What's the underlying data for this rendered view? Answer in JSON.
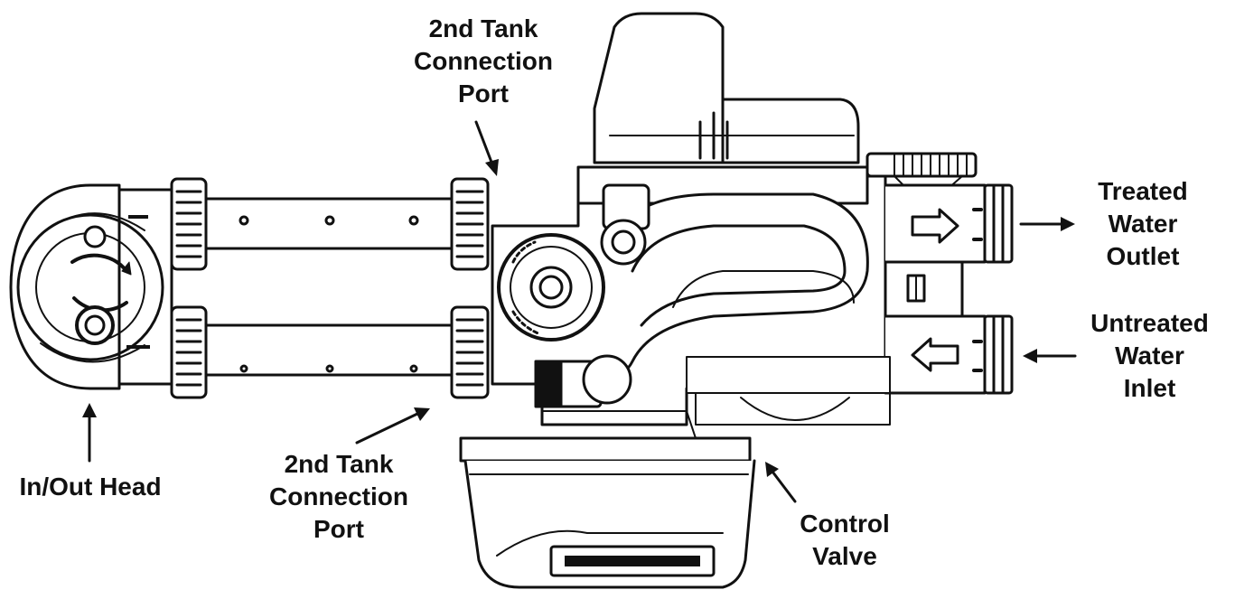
{
  "labels": {
    "tank_port_top": [
      "2nd Tank",
      "Connection",
      "Port"
    ],
    "tank_port_bottom": [
      "2nd Tank",
      "Connection",
      "Port"
    ],
    "treated_outlet": [
      "Treated",
      "Water",
      "Outlet"
    ],
    "untreated_inlet": [
      "Untreated",
      "Water",
      "Inlet"
    ],
    "in_out_head": [
      "In/Out Head"
    ],
    "control_valve": [
      "Control",
      "Valve"
    ]
  },
  "colors": {
    "ink": "#111111",
    "background": "#ffffff"
  }
}
